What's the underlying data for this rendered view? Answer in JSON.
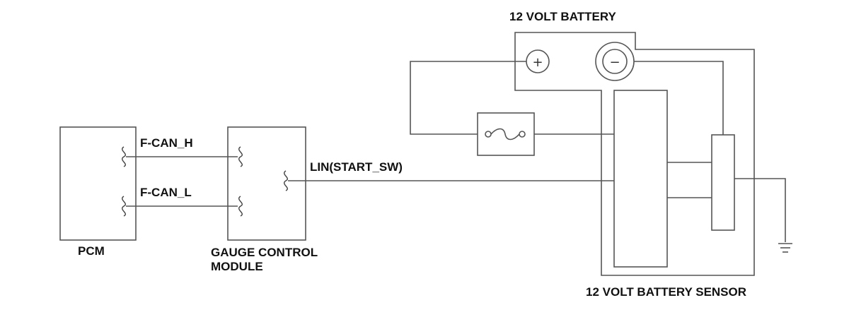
{
  "labels": {
    "battery": "12 VOLT BATTERY",
    "pcm": "PCM",
    "gcm_line1": "GAUGE CONTROL",
    "gcm_line2": "MODULE",
    "sensor": "12 VOLT BATTERY SENSOR",
    "fcan_h": "F-CAN_H",
    "fcan_l": "F-CAN_L",
    "lin": "LIN(START_SW)"
  },
  "symbols": {
    "positive": "+",
    "negative": "−"
  },
  "icons": {
    "fuse": "fuse-icon",
    "ground": "ground-icon"
  }
}
